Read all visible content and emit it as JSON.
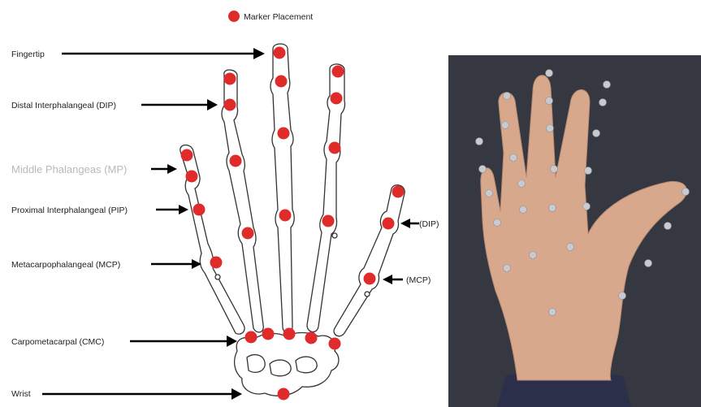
{
  "legend": {
    "label": "Marker Placement"
  },
  "labels": {
    "fingertip": "Fingertip",
    "dip": "Distal Interphalangeal (DIP)",
    "mp": "Middle Phalangeas (MP)",
    "pip": "Proximal Interphalangeal (PIP)",
    "mcp": "Metacarpophalangeal (MCP)",
    "cmc": "Carpometacarpal (CMC)",
    "wrist": "Wrist",
    "thumb_dip": "(DIP)",
    "thumb_mcp": "(MCP)"
  },
  "colors": {
    "marker": "#e02b2b",
    "photo_background": "#3a3d45",
    "skin": "#d9a98c",
    "photo_marker": "#c9ccd0"
  }
}
